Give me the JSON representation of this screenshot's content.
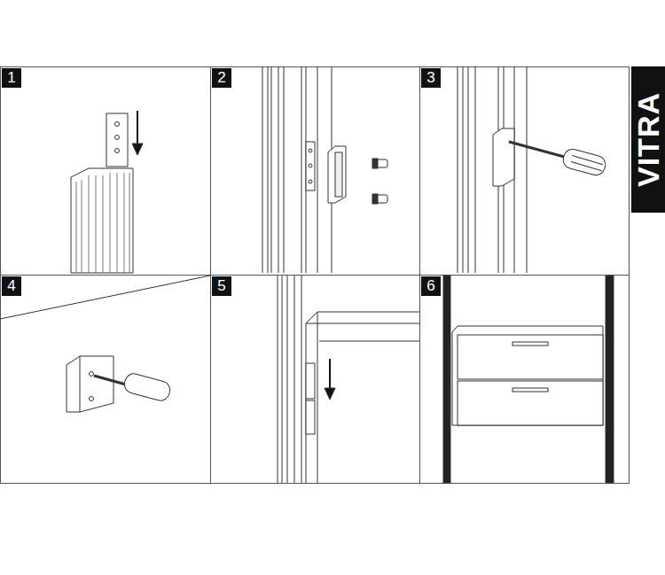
{
  "diagram": {
    "labels": [
      "1",
      "2",
      "3",
      "4",
      "5",
      "6",
      "VITRA"
    ]
  }
}
